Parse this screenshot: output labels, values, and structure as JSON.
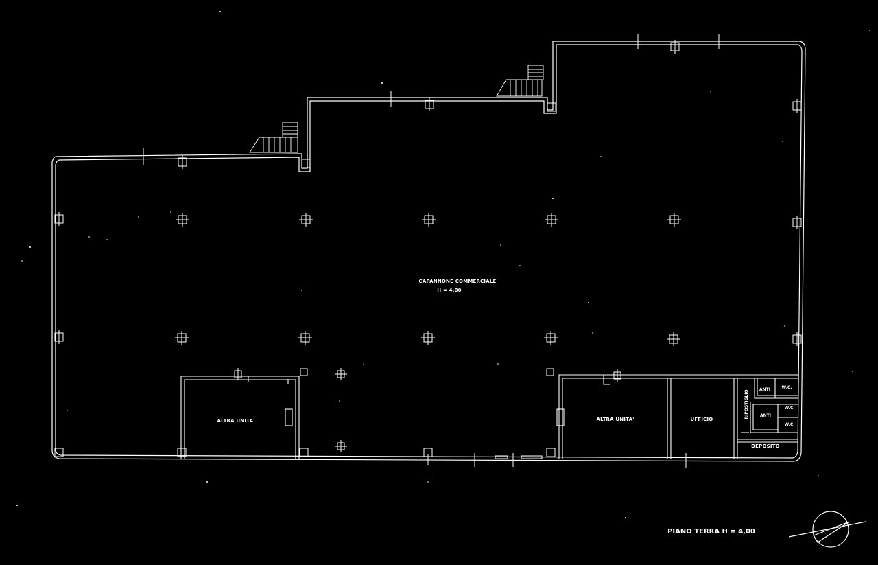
{
  "colors": {
    "background": "#000000",
    "lines": "#ffffff"
  },
  "floorplan": {
    "main_hall": {
      "name": "CAPANNONE COMMERCIALE",
      "height": "H = 4,00"
    },
    "rooms": {
      "altra_unita_left": "ALTRA UNITA'",
      "altra_unita_right": "ALTRA UNITA'",
      "ufficio": "UFFICIO",
      "ripostiglio": "RIPOSTIGLIO",
      "anti_top": "ANTI",
      "anti_bottom": "ANTI",
      "wc_1": "W.C.",
      "wc_2": "W.C.",
      "wc_3": "W.C.",
      "deposito": "DEPOSITO"
    },
    "floor_title": "PIANO TERRA H = 4,00"
  },
  "north_arrow_icon": "compass-north-icon"
}
